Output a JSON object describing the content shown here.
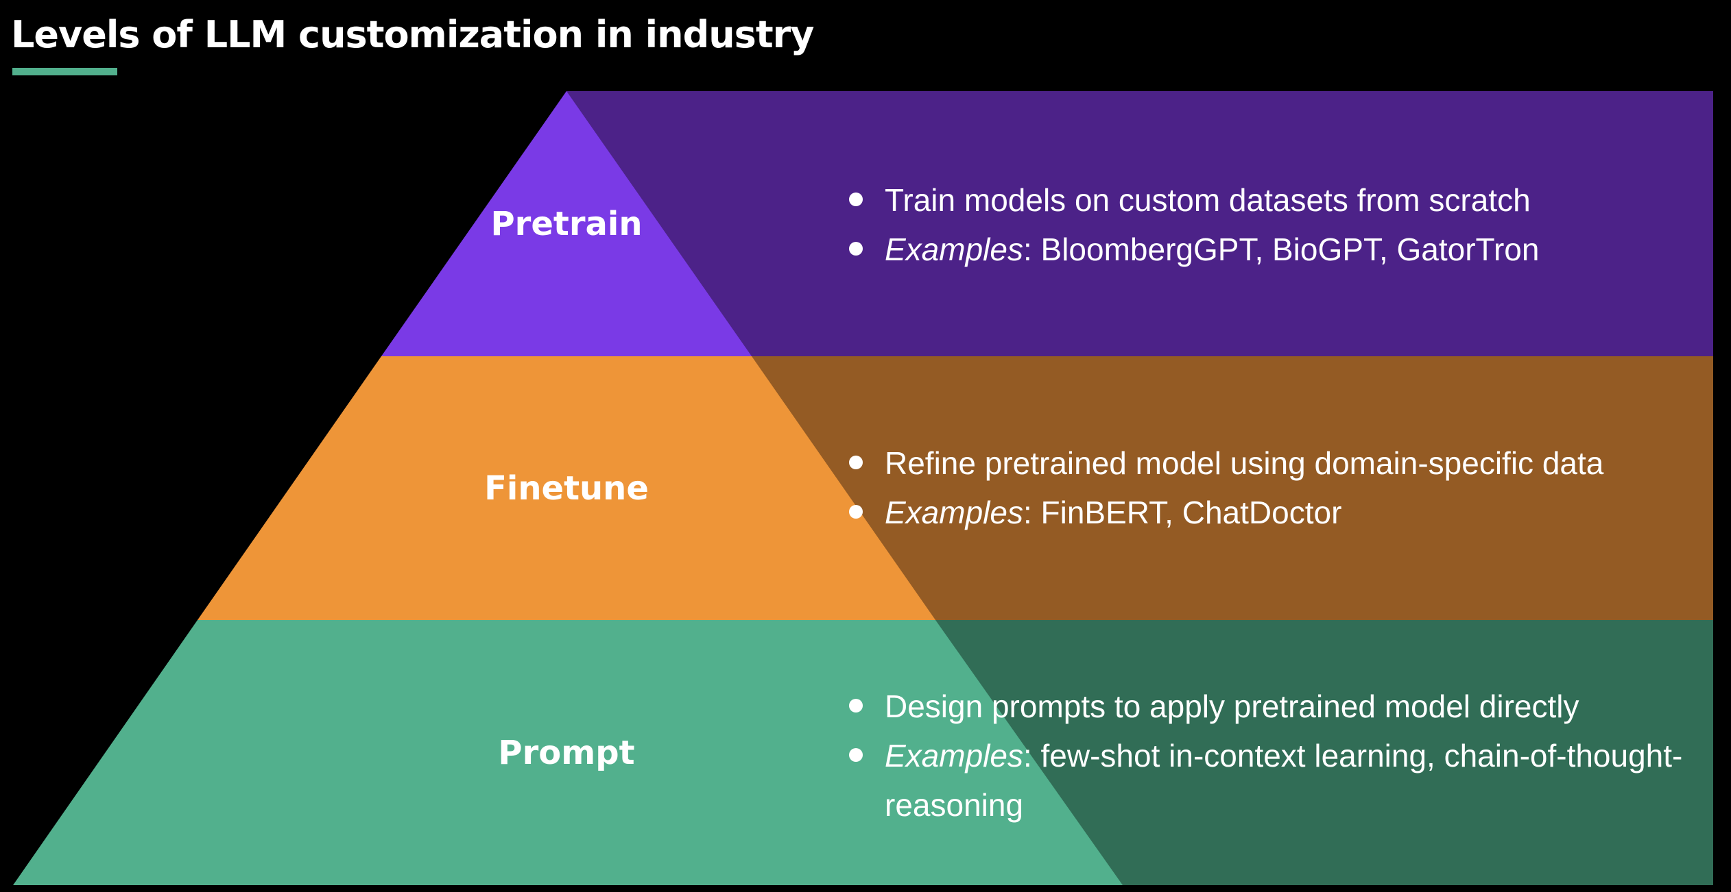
{
  "title": "Levels of LLM customization in industry",
  "colors": {
    "accent": "#52b08d",
    "pretrain_tier": "#7a3ae6",
    "pretrain_band": "#4c2288",
    "finetune_tier": "#ee9538",
    "finetune_band": "#945b24",
    "prompt_tier": "#52b08d",
    "prompt_band": "#316d56"
  },
  "tiers": [
    {
      "label": "Pretrain",
      "description": "Train models on custom datasets from scratch",
      "examples_label": "Examples",
      "examples_text": ": BloombergGPT, BioGPT, GatorTron"
    },
    {
      "label": "Finetune",
      "description": "Refine pretrained model using domain-specific data",
      "examples_label": "Examples",
      "examples_text": ": FinBERT, ChatDoctor"
    },
    {
      "label": "Prompt",
      "description": "Design prompts to apply pretrained model directly",
      "examples_label": "Examples",
      "examples_text": ": few-shot in-context learning, chain-of-thought-reasoning"
    }
  ]
}
